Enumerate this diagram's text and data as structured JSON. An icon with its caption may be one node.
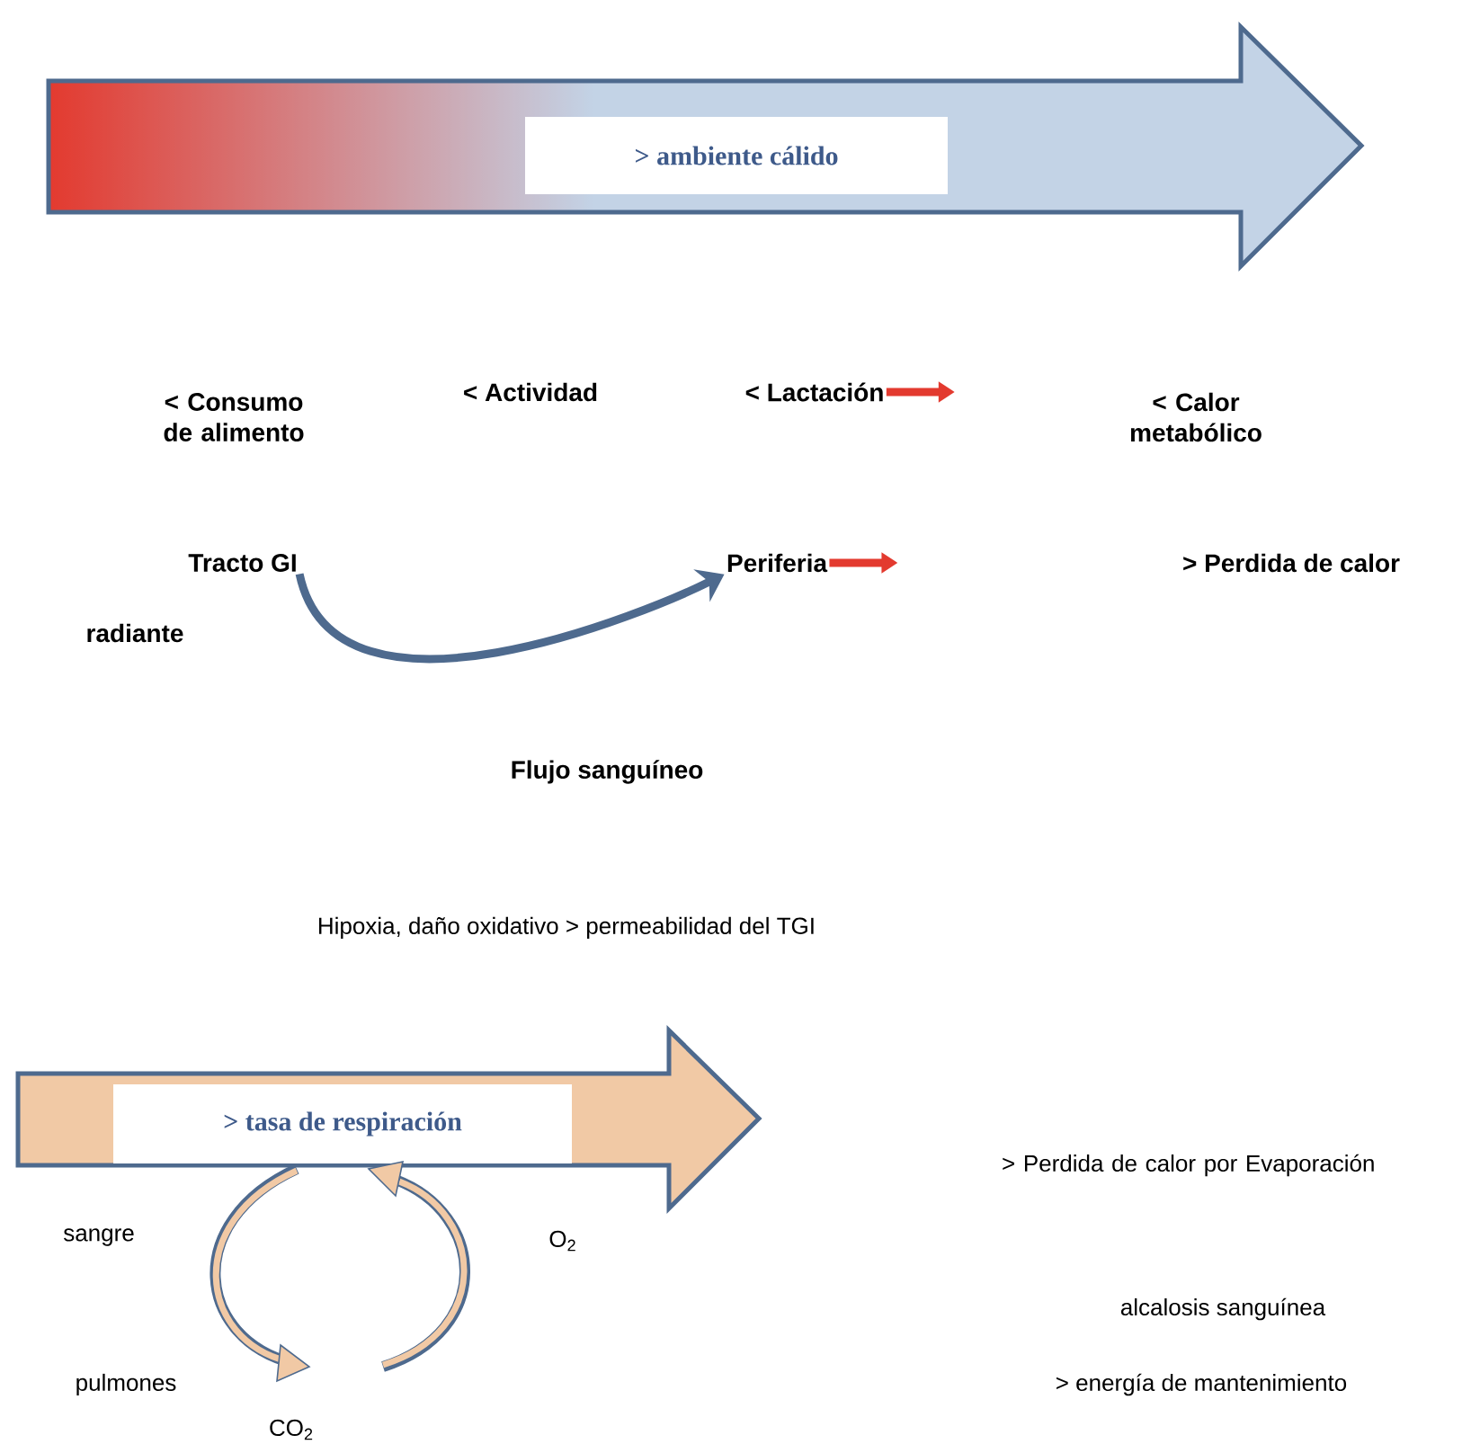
{
  "diagram": {
    "nodes": [
      {
        "text": [
          "> ambiente cálido"
        ]
      },
      {
        "text": [
          "< Consumo de alimento"
        ]
      },
      {
        "text": [
          "< Actividad"
        ]
      },
      {
        "text": [
          "< Lactación"
        ]
      },
      {
        "text": [
          "< Calor metabólico"
        ]
      },
      {
        "text": [
          "Tracto GI"
        ]
      },
      {
        "text": [
          "Periferia"
        ]
      },
      {
        "text": [
          "> Perdida de calor"
        ]
      },
      {
        "text": [
          "> tasa de respiración"
        ]
      }
    ],
    "edges": [
      {
        "from": 3,
        "to": null,
        "arrow": "to"
      },
      {
        "from": 6,
        "to": null,
        "arrow": "to"
      },
      {
        "from": 5,
        "to": 6,
        "arrow": "to",
        "label": "Flujo sanguíneo",
        "color": "#4e6a8e"
      }
    ],
    "labels": [
      "radiante",
      "Hipoxia, daño oxidativo > permeabilidad del TGI",
      "sangre",
      "O$_{2}$",
      "> Perdida de calor por Evaporación",
      "alcalosis sanguínea",
      "pulmones",
      "> energía de mantenimiento",
      "CO$_{2}$"
    ]
  }
}
